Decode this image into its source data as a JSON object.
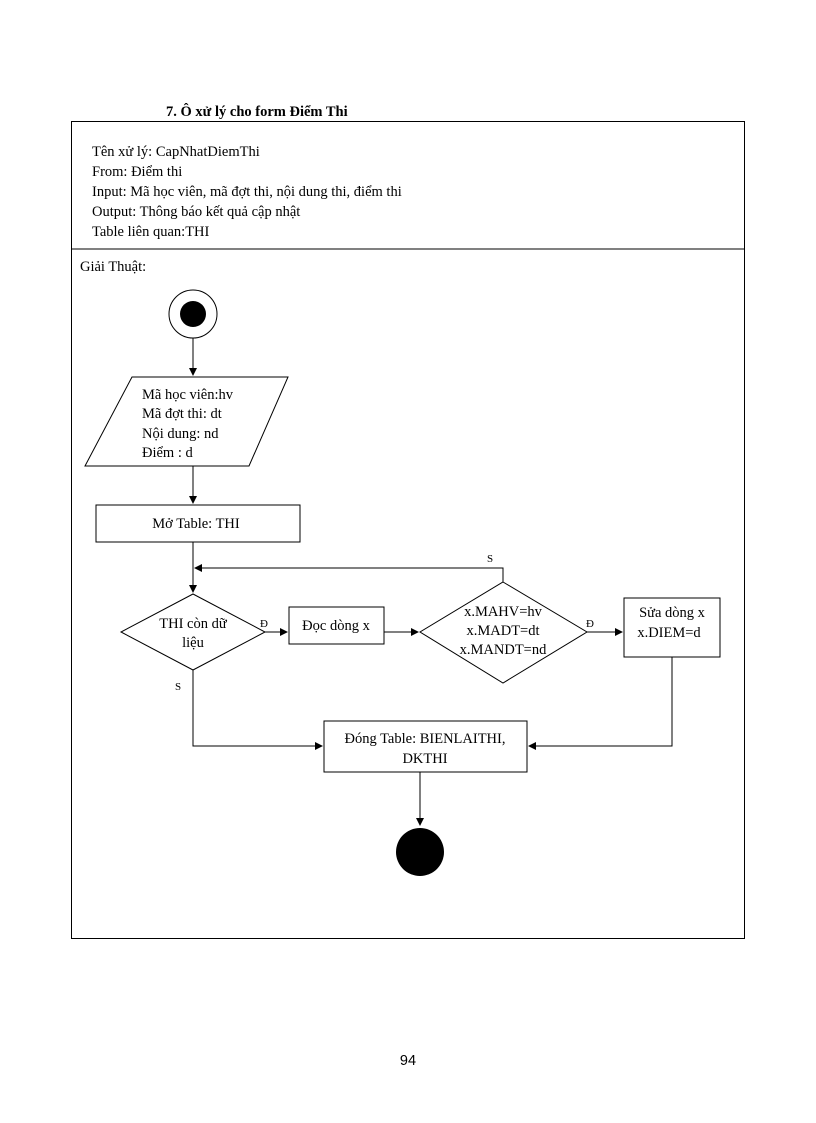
{
  "section_title": "7.   Ô xử lý cho form Điểm Thi",
  "info": {
    "name_line": "Tên xử lý:  CapNhatDiemThi",
    "from_line": "From:   Điểm thi",
    "input_line": "Input:  Mã học viên,  mã đợt thi,  nội dung thi,  điểm thi",
    "output_line": "Output:  Thông  báo kết quả cập nhật",
    "table_line": "Table liên  quan:THI"
  },
  "algorithm_label": "Giải  Thuật:",
  "flowchart": {
    "input_lines": [
      "Mã học viên:hv",
      "Mã đợt thi:  dt",
      "Nội dung:  nd",
      "Điểm  :  d"
    ],
    "open_table": "Mở Table:  THI",
    "loop_condition": [
      "THI còn dữ",
      "liệu"
    ],
    "read_row": "Đọc dòng  x",
    "match_condition": [
      "x.MAHV=hv",
      "x.MADT=dt",
      "x.MANDT=nd"
    ],
    "update_row": [
      "Sửa dòng x",
      "x.DIEM=d"
    ],
    "close_table": [
      "Đóng  Table:  BIENLAITHI,",
      "DKTHI"
    ],
    "true_label": "Đ",
    "false_label": "S"
  },
  "page_number": "94"
}
